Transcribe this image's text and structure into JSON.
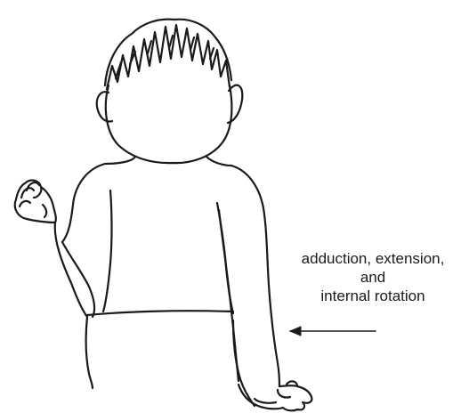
{
  "annotation": {
    "lines": [
      "adduction, extension,",
      "and",
      "internal rotation"
    ]
  },
  "colors": {
    "ink": "#1a1a1a",
    "background": "#ffffff"
  }
}
